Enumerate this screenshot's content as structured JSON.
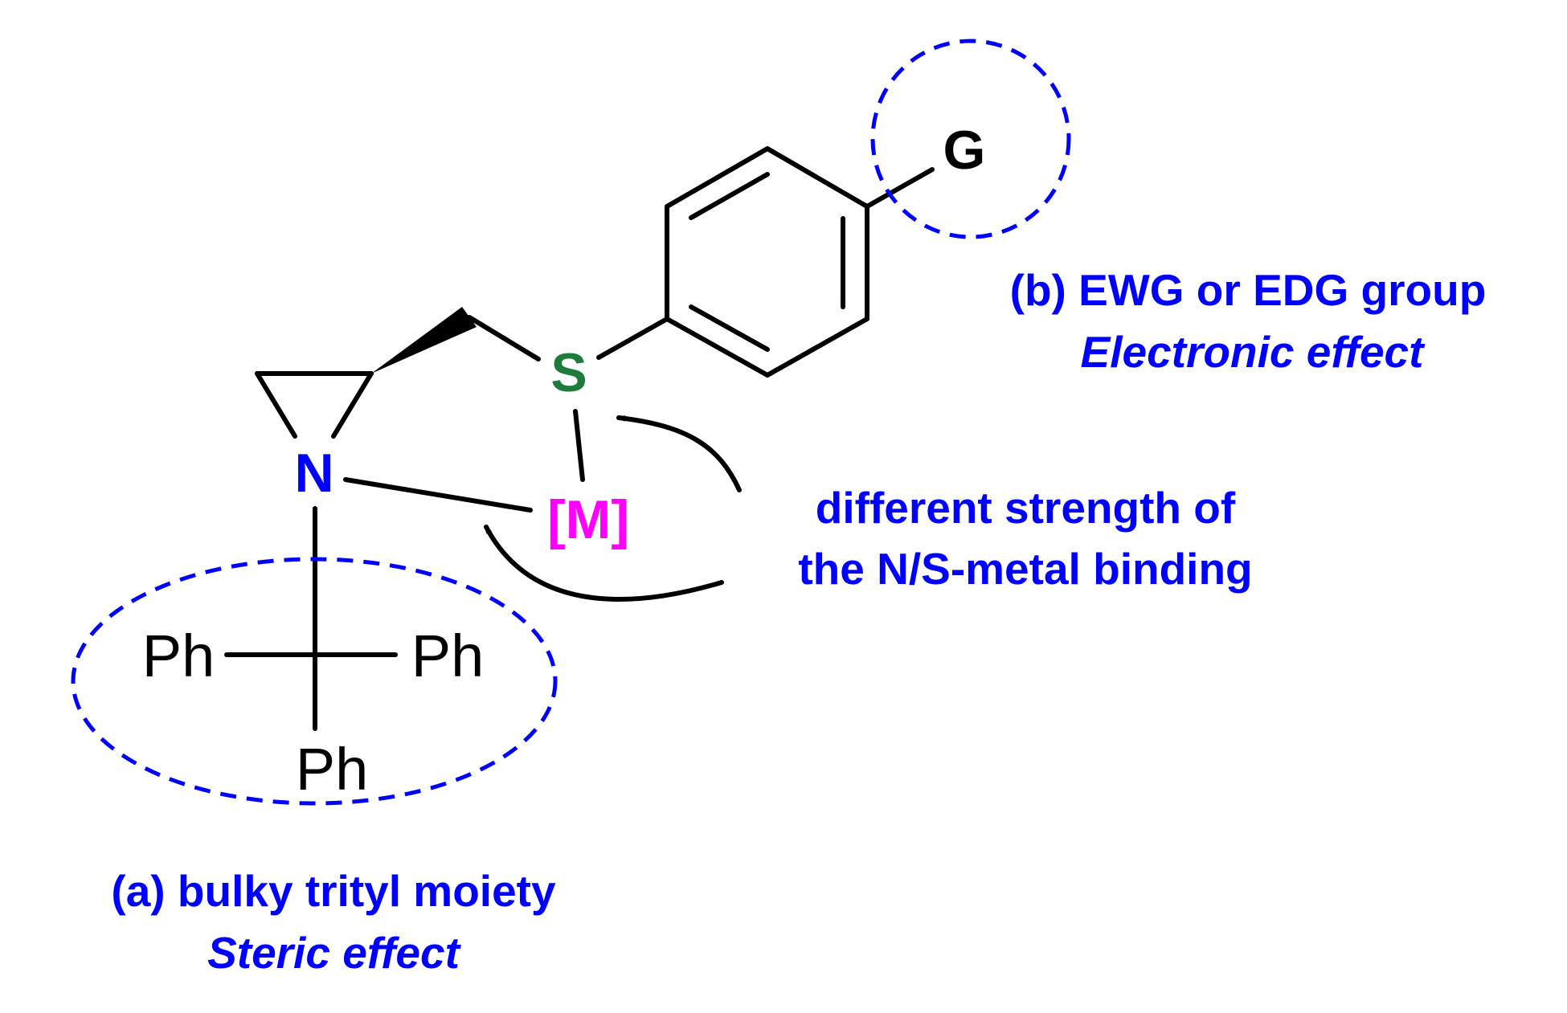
{
  "atoms": {
    "nitrogen": "N",
    "sulfur": "S",
    "metal": "[M]",
    "substituent": "G",
    "phenyl_left": "Ph",
    "phenyl_right": "Ph",
    "phenyl_bottom": "Ph"
  },
  "annotations": {
    "binding_line1": "different strength of",
    "binding_line2": "the N/S-metal binding",
    "steric_title": "(a) bulky trityl moiety",
    "steric_subtitle": "Steric effect",
    "electronic_title": "(b) EWG or EDG group",
    "electronic_subtitle": "Electronic effect"
  },
  "colors": {
    "nitrogen": "#0000ff",
    "sulfur": "#1e7b3c",
    "metal": "#ff00ff",
    "annotation": "#0000ff",
    "bonds": "#000000",
    "highlight_ellipse": "#0000ff"
  }
}
